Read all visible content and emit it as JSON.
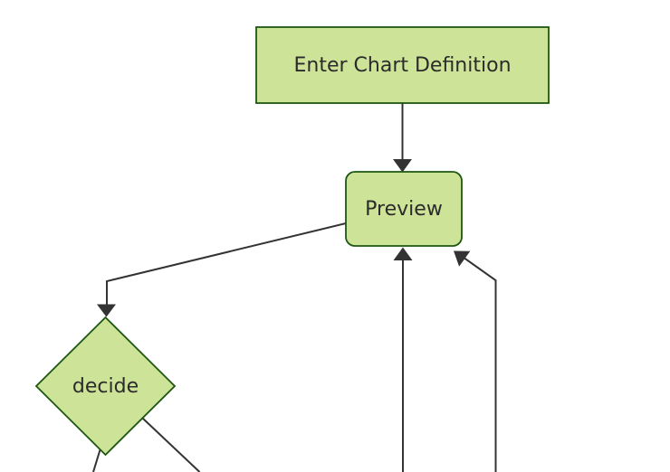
{
  "diagram": {
    "type": "flowchart",
    "direction": "top-down",
    "nodes": [
      {
        "id": "enter-chart-definition",
        "label": "Enter Chart Definition",
        "shape": "rectangle"
      },
      {
        "id": "preview",
        "label": "Preview",
        "shape": "rounded-rectangle"
      },
      {
        "id": "decide",
        "label": "decide",
        "shape": "diamond"
      }
    ],
    "edges": [
      {
        "from": "enter-chart-definition",
        "to": "preview",
        "arrowhead_visible": true
      },
      {
        "from": "preview",
        "to": "decide",
        "arrowhead_visible": true
      },
      {
        "from": "offscreen-bottom",
        "to": "preview",
        "arrowhead_visible": true
      },
      {
        "from": "offscreen-bottom-right",
        "to": "preview",
        "arrowhead_visible": true
      },
      {
        "from": "decide",
        "to": "offscreen-bottom-left",
        "arrowhead_visible": false
      },
      {
        "from": "decide",
        "to": "offscreen-bottom-right",
        "arrowhead_visible": false
      }
    ]
  },
  "theme": {
    "node_fill": "#cde498",
    "node_border": "#1d5711",
    "edge_color": "#333333",
    "text_color": "#2b2b2b",
    "background": "#ffffff"
  }
}
